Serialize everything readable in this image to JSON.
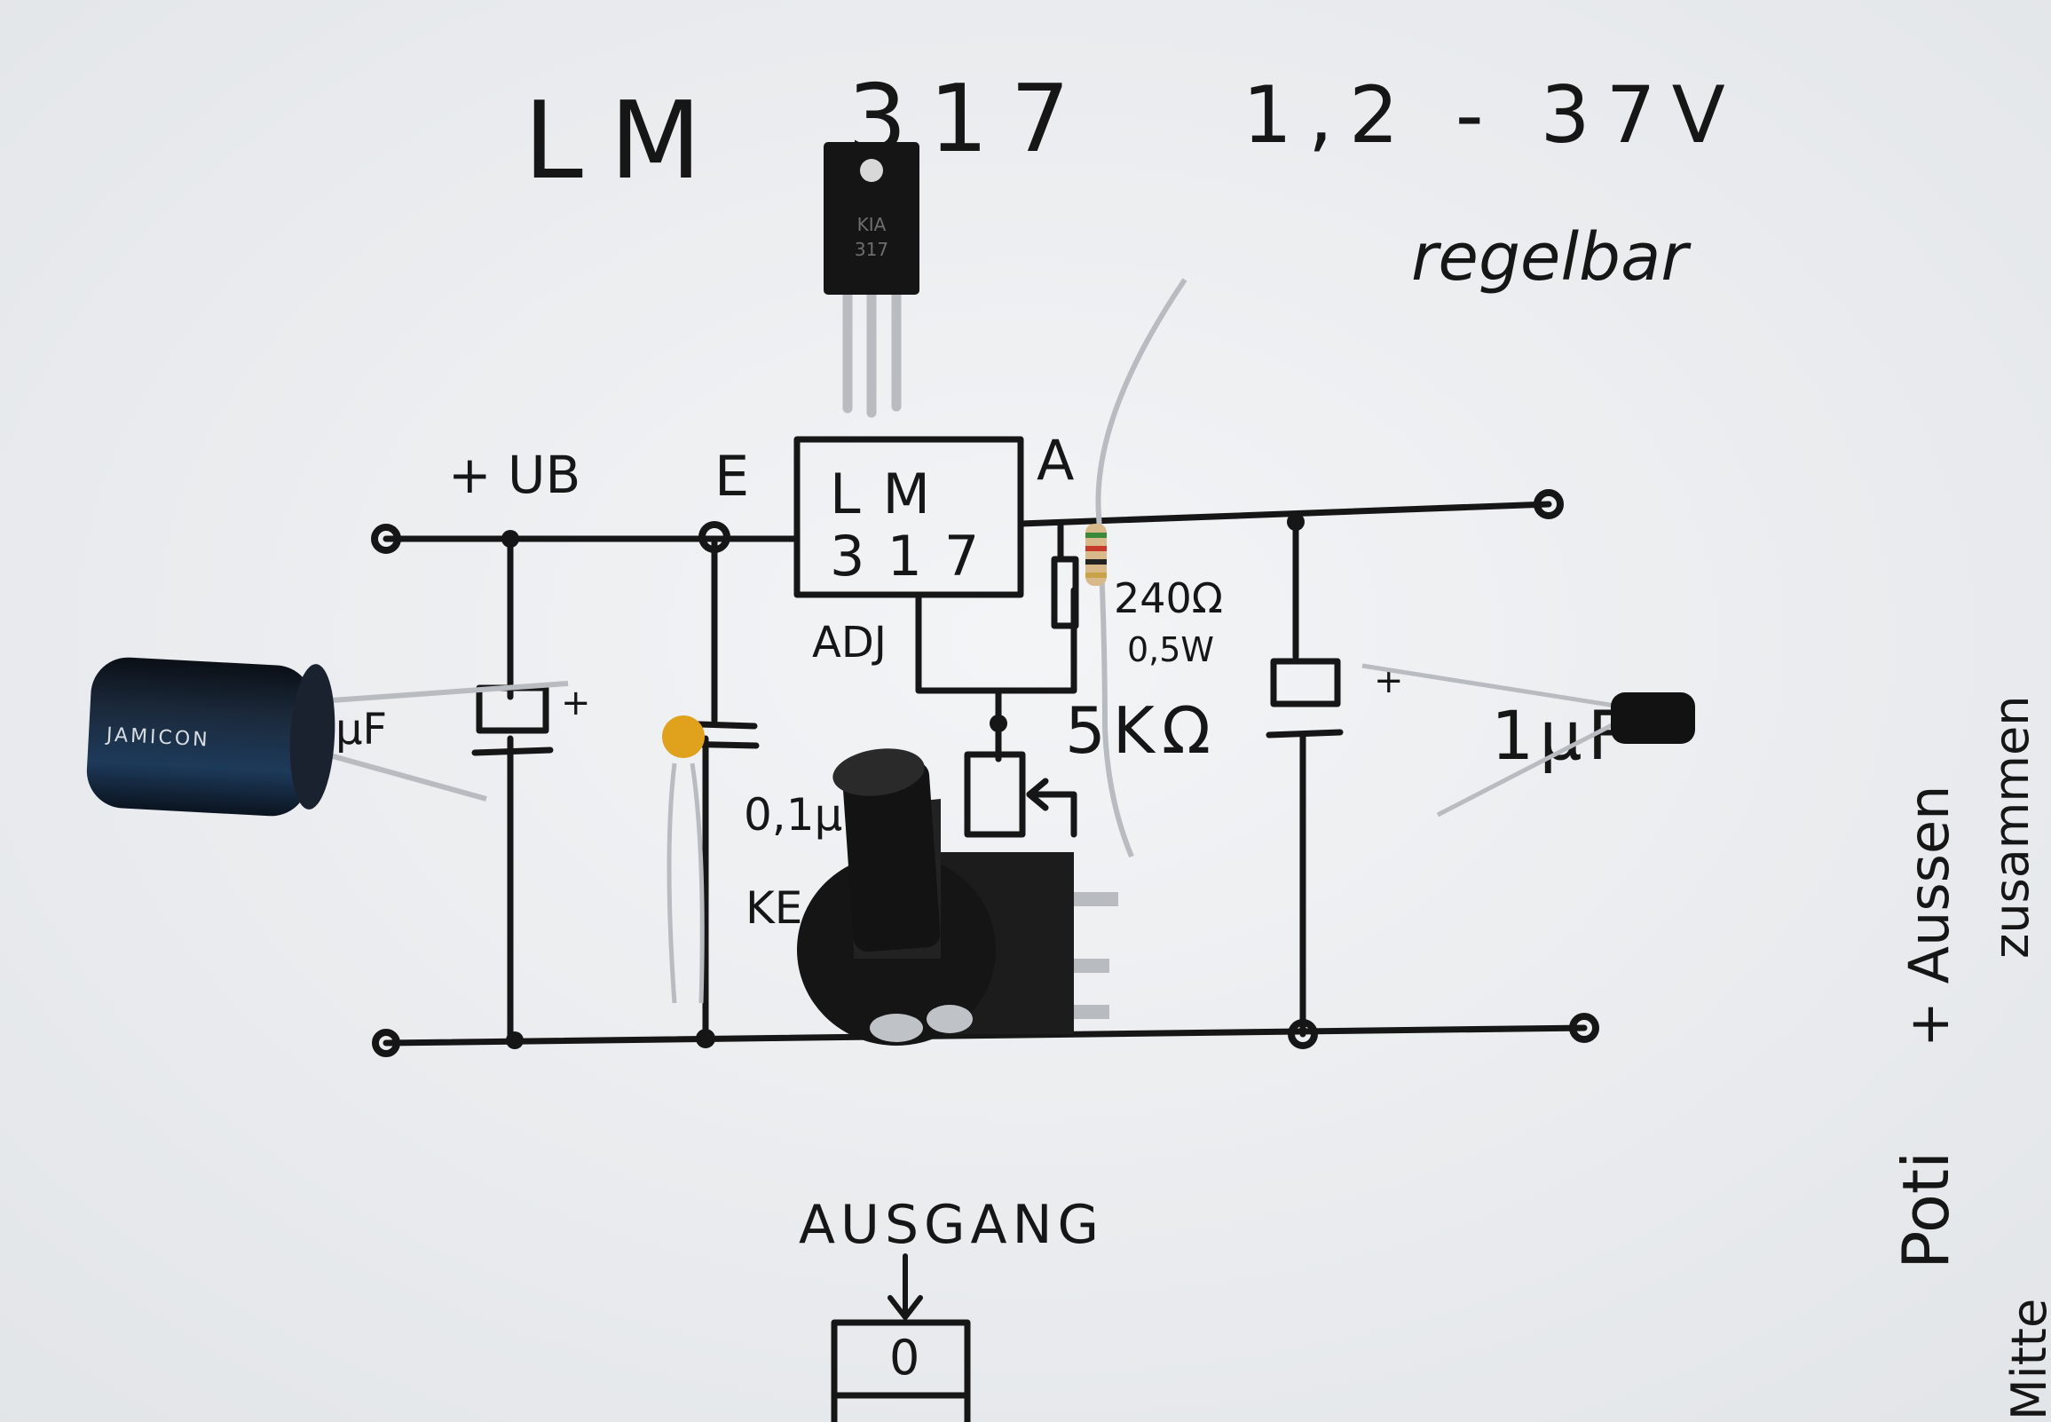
{
  "title": {
    "part": "LM",
    "number": "317",
    "range": "1,2 - 37V",
    "note": "regelbar"
  },
  "regulator_block": {
    "line1": "LM",
    "line2": "317"
  },
  "labels": {
    "supply": "+ UB",
    "input_pin": "E",
    "output_pin": "A",
    "adjust_pin": "ADJ",
    "resistor_value": "240Ω",
    "resistor_power": "0,5W",
    "pot_value": "5KΩ",
    "input_cap_value": "µF",
    "input_cap_plus": "+",
    "ceramic_cap_value": "0,1µ",
    "ceramic_cap_type": "KE",
    "output_cap_plus": "+",
    "output_cap_value": "1µF",
    "output_section": "AUSGANG",
    "output_box_value": "0",
    "side_note_1": "Poti",
    "side_note_2": "+ Aussen",
    "side_note_3": "zusammen",
    "side_note_4": "Mitte"
  },
  "components": {
    "electrolytic_cap_brand": "JAMICON",
    "regulator_marking_1": "KIA",
    "regulator_marking_2": "317"
  },
  "colors": {
    "paper": "#eef0f2",
    "ink": "#161616",
    "capacitor_body": "#1d3a5a",
    "ceramic_cap": "#e0a11c",
    "component_black": "#151515",
    "lead_silver": "#b8bcc0"
  }
}
